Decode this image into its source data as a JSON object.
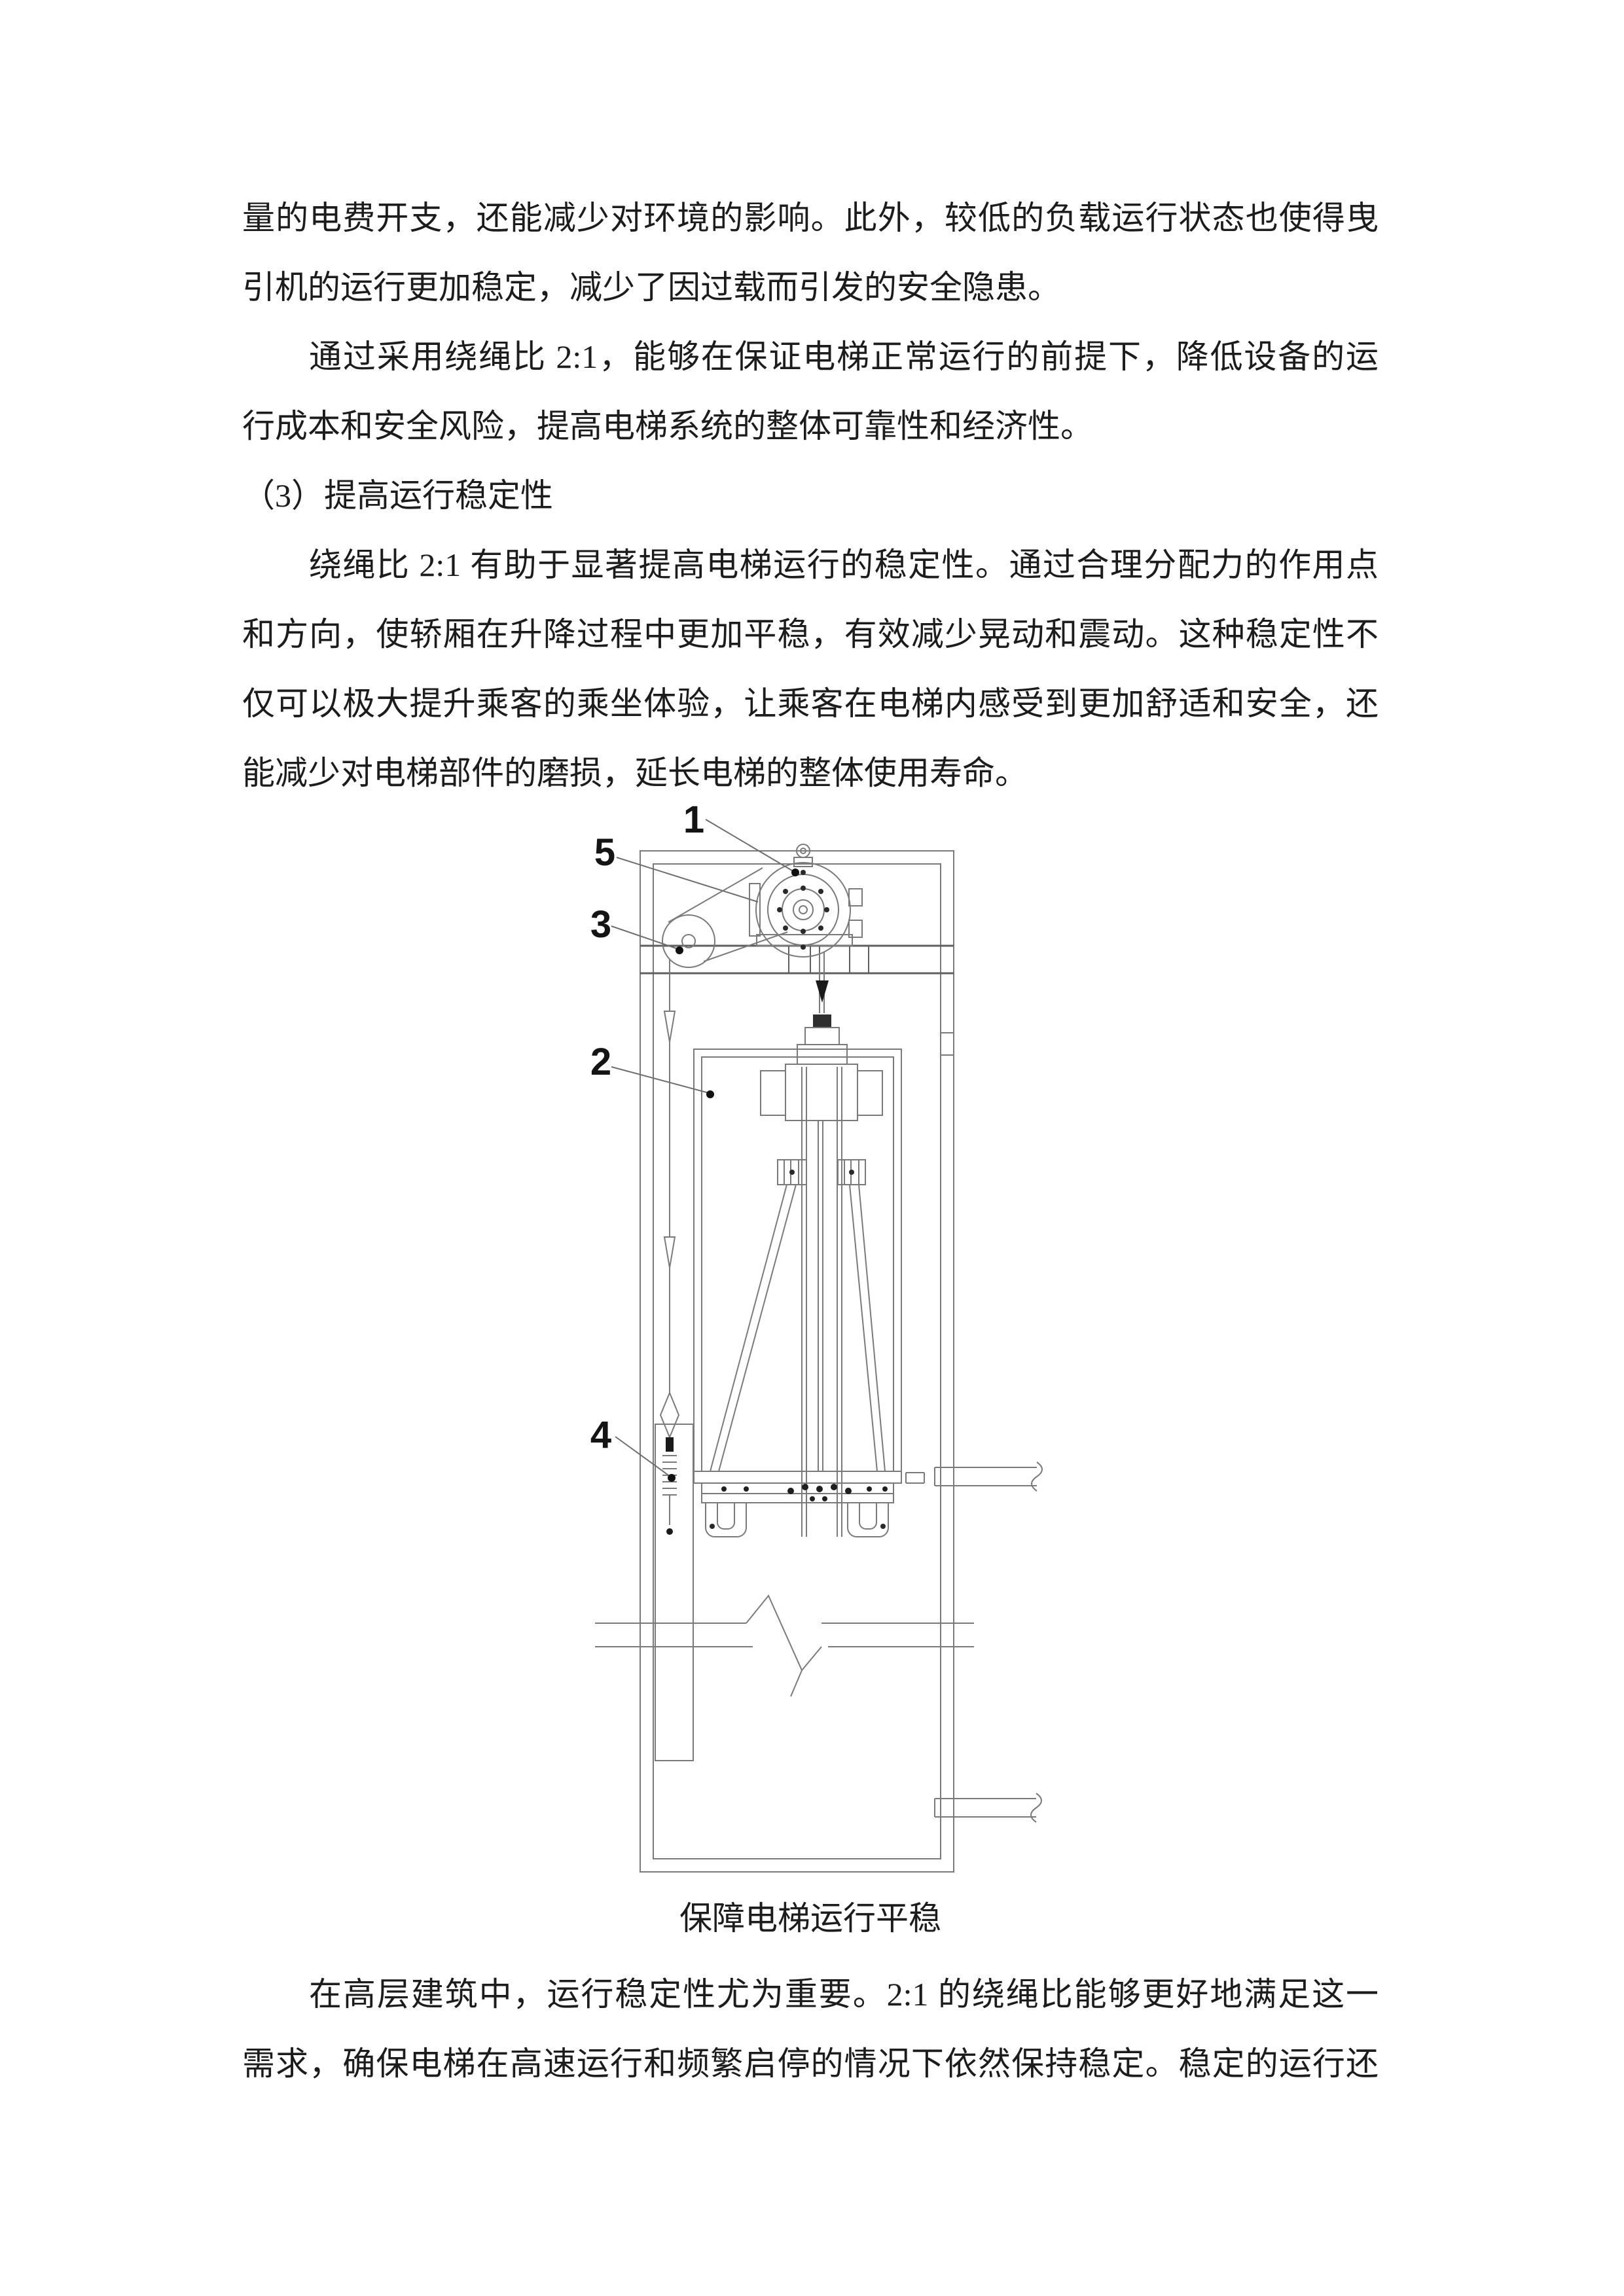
{
  "page": {
    "background": "#ffffff",
    "text_color": "#1c1c1c",
    "diagram_line_color": "#7a7a7a",
    "diagram_dark_color": "#5f5f5f",
    "label_color": "#141414"
  },
  "body": {
    "lines": [
      {
        "text": "量的电费开支，还能减少对环境的影响。此外，较低的负载运行状态也使得曳"
      },
      {
        "text": "引机的运行更加稳定，减少了因过载而引发的安全隐患。"
      },
      {
        "text": "通过采用绕绳比 2:1，能够在保证电梯正常运行的前提下，降低设备的运"
      },
      {
        "text": "行成本和安全风险，提高电梯系统的整体可靠性和经济性。"
      },
      {
        "text": "（3）提高运行稳定性"
      },
      {
        "text": "绕绳比 2:1 有助于显著提高电梯运行的稳定性。通过合理分配力的作用点"
      },
      {
        "text": "和方向，使轿厢在升降过程中更加平稳，有效减少晃动和震动。这种稳定性不"
      },
      {
        "text": "仅可以极大提升乘客的乘坐体验，让乘客在电梯内感受到更加舒适和安全，还"
      },
      {
        "text": "能减少对电梯部件的磨损，延长电梯的整体使用寿命。"
      }
    ],
    "after_figure_lines": [
      {
        "text": "在高层建筑中，运行稳定性尤为重要。2:1 的绕绳比能够更好地满足这一"
      },
      {
        "text": "需求，确保电梯在高速运行和频繁启停的情况下依然保持稳定。稳定的运行还"
      }
    ]
  },
  "figure": {
    "caption": "保障电梯运行平稳",
    "labels": [
      {
        "part": "traction-machine",
        "num": "1"
      },
      {
        "part": "motor-body-belt",
        "num": "5"
      },
      {
        "part": "deflector-sheave",
        "num": "3"
      },
      {
        "part": "elevator-car",
        "num": "2"
      },
      {
        "part": "governor-tension-device",
        "num": "4"
      }
    ]
  }
}
